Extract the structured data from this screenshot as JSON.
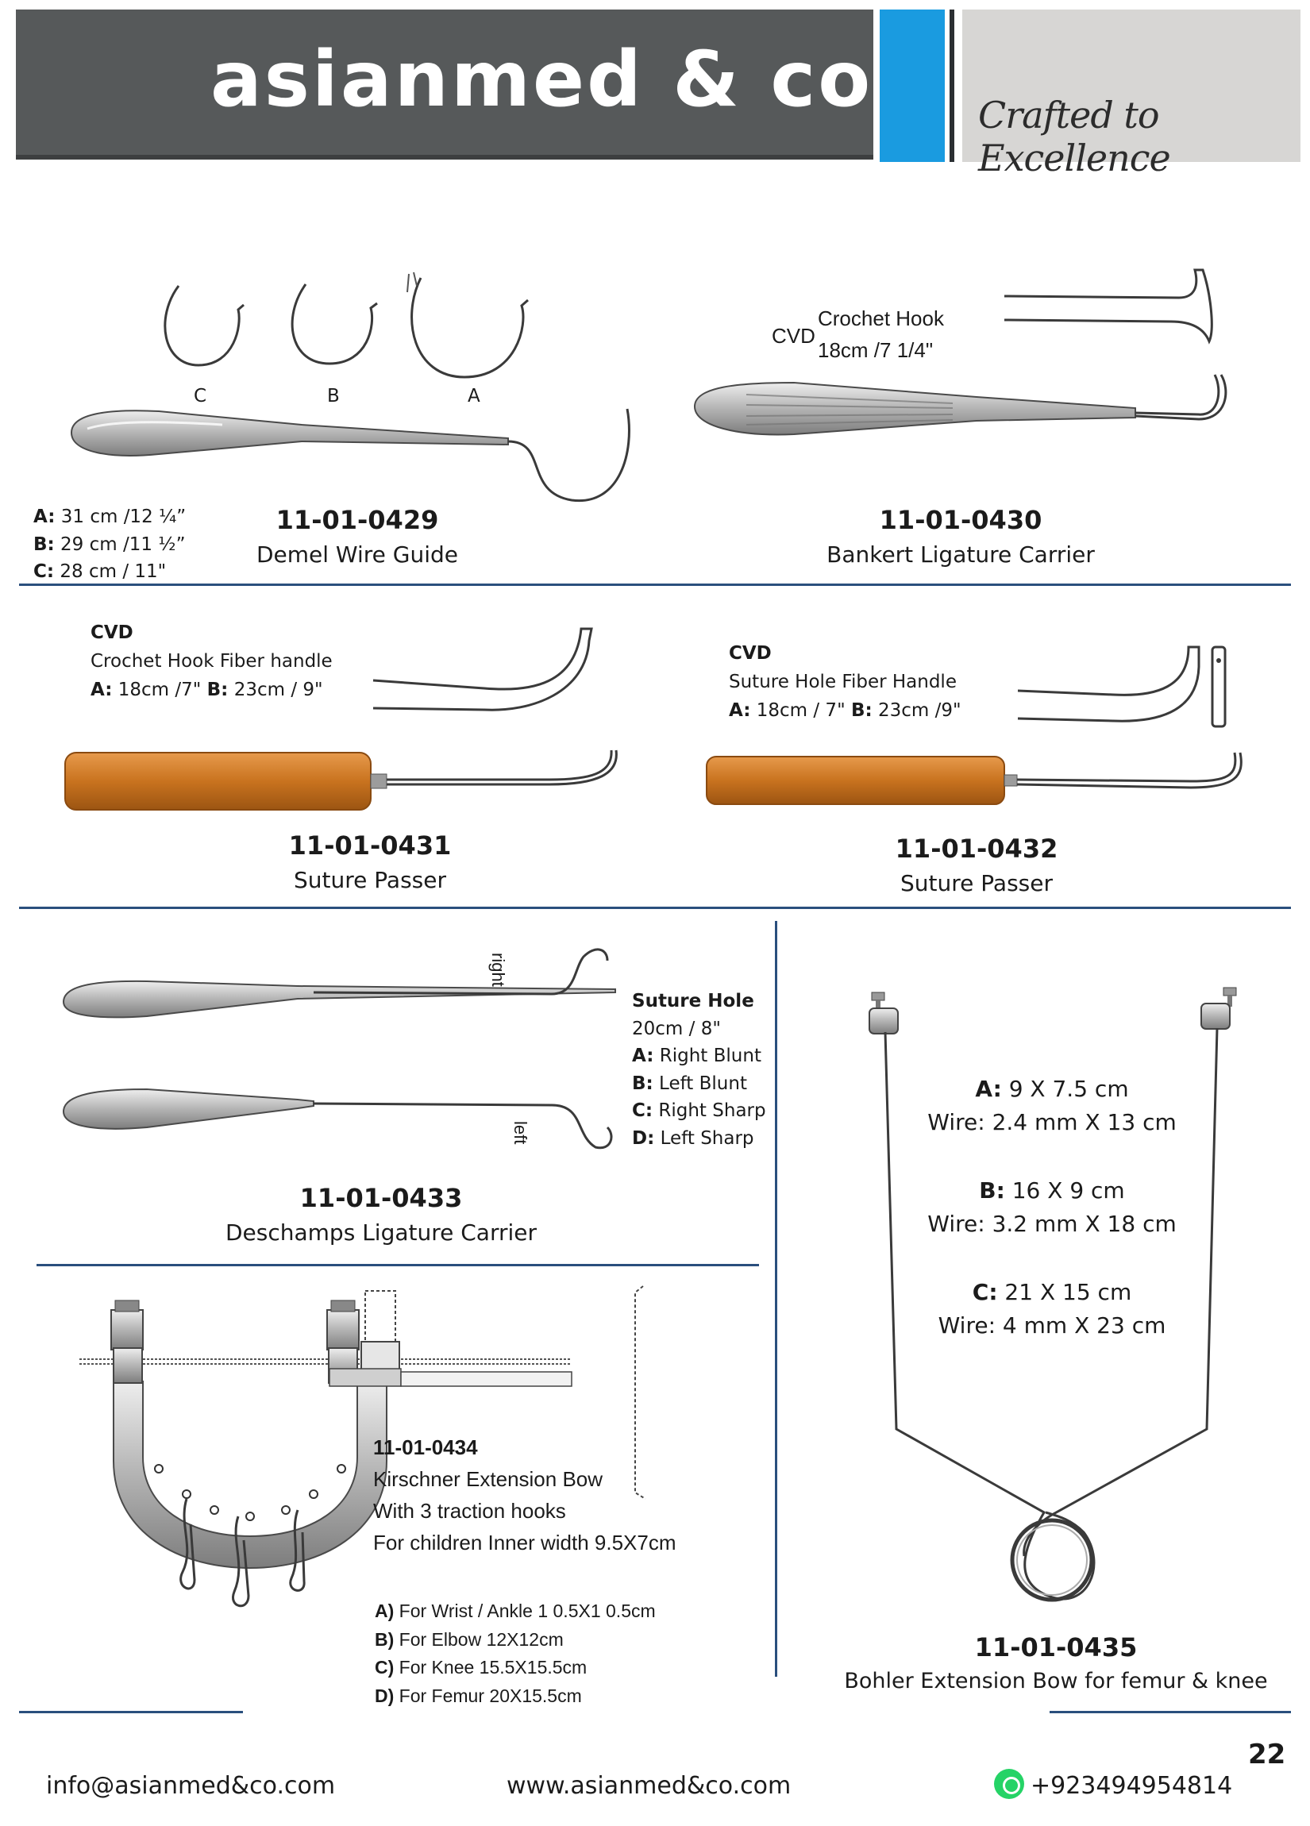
{
  "header": {
    "logo": "asianmed & co",
    "tagline": "Crafted to Excellence",
    "colors": {
      "dark": "#56595a",
      "blue": "#1a9be0",
      "light": "#d7d6d4"
    }
  },
  "products": {
    "p0429": {
      "code": "11-01-0429",
      "name": "Demel Wire Guide",
      "variant_labels": [
        "C",
        "B",
        "A"
      ],
      "sizes": [
        {
          "key": "A:",
          "value": " 31 cm /12 ¼”"
        },
        {
          "key": "B:",
          "value": " 29 cm /11 ½”"
        },
        {
          "key": "C:",
          "value": " 28 cm / 11\""
        }
      ]
    },
    "p0430": {
      "code": "11-01-0430",
      "name": "Bankert Ligature Carrier",
      "prefix": "CVD",
      "desc1": "Crochet Hook",
      "desc2": "18cm /7 1/4\""
    },
    "p0431": {
      "code": "11-01-0431",
      "name": "Suture Passer",
      "prefix": "CVD",
      "desc": "Crochet Hook Fiber handle",
      "size_a_key": "A:",
      "size_a": " 18cm /7\" ",
      "size_b_key": "B:",
      "size_b": " 23cm / 9\""
    },
    "p0432": {
      "code": "11-01-0432",
      "name": "Suture Passer",
      "prefix": "CVD",
      "desc": "Suture Hole Fiber Handle",
      "size_a_key": "A:",
      "size_a": " 18cm / 7\" ",
      "size_b_key": "B:",
      "size_b": " 23cm /9\""
    },
    "p0433": {
      "code": "11-01-0433",
      "name": "Deschamps Ligature Carrier",
      "label_right": "right",
      "label_left": "left",
      "spec_title": "Suture Hole",
      "spec_size": "20cm / 8\"",
      "variants": [
        {
          "key": "A:",
          "value": " Right Blunt"
        },
        {
          "key": "B:",
          "value": " Left Blunt"
        },
        {
          "key": "C:",
          "value": " Right Sharp"
        },
        {
          "key": "D:",
          "value": " Left Sharp"
        }
      ]
    },
    "p0434": {
      "code": "11-01-0434",
      "name": "Kirschner Extension Bow",
      "line2": "With 3 traction hooks",
      "line3": "For children Inner width 9.5X7cm",
      "variants": [
        {
          "key": "A)",
          "value": " For Wrist / Ankle 1 0.5X1 0.5cm"
        },
        {
          "key": "B)",
          "value": " For Elbow 12X12cm"
        },
        {
          "key": "C)",
          "value": " For Knee 15.5X15.5cm"
        },
        {
          "key": "D)",
          "value": " For Femur 20X15.5cm"
        }
      ]
    },
    "p0435": {
      "code": "11-01-0435",
      "name": "Bohler Extension Bow for femur & knee",
      "variants": [
        {
          "key": "A:",
          "value": " 9 X 7.5 cm",
          "wire": "Wire: 2.4 mm X 13 cm"
        },
        {
          "key": "B:",
          "value": " 16 X 9 cm",
          "wire": "Wire: 3.2 mm X 18 cm"
        },
        {
          "key": "C:",
          "value": " 21 X 15 cm",
          "wire": "Wire: 4 mm X 23 cm"
        }
      ]
    }
  },
  "footer": {
    "email": "info@asianmed&co.com",
    "website": "www.asianmed&co.com",
    "phone": "+923494954814",
    "page_number": "22"
  }
}
